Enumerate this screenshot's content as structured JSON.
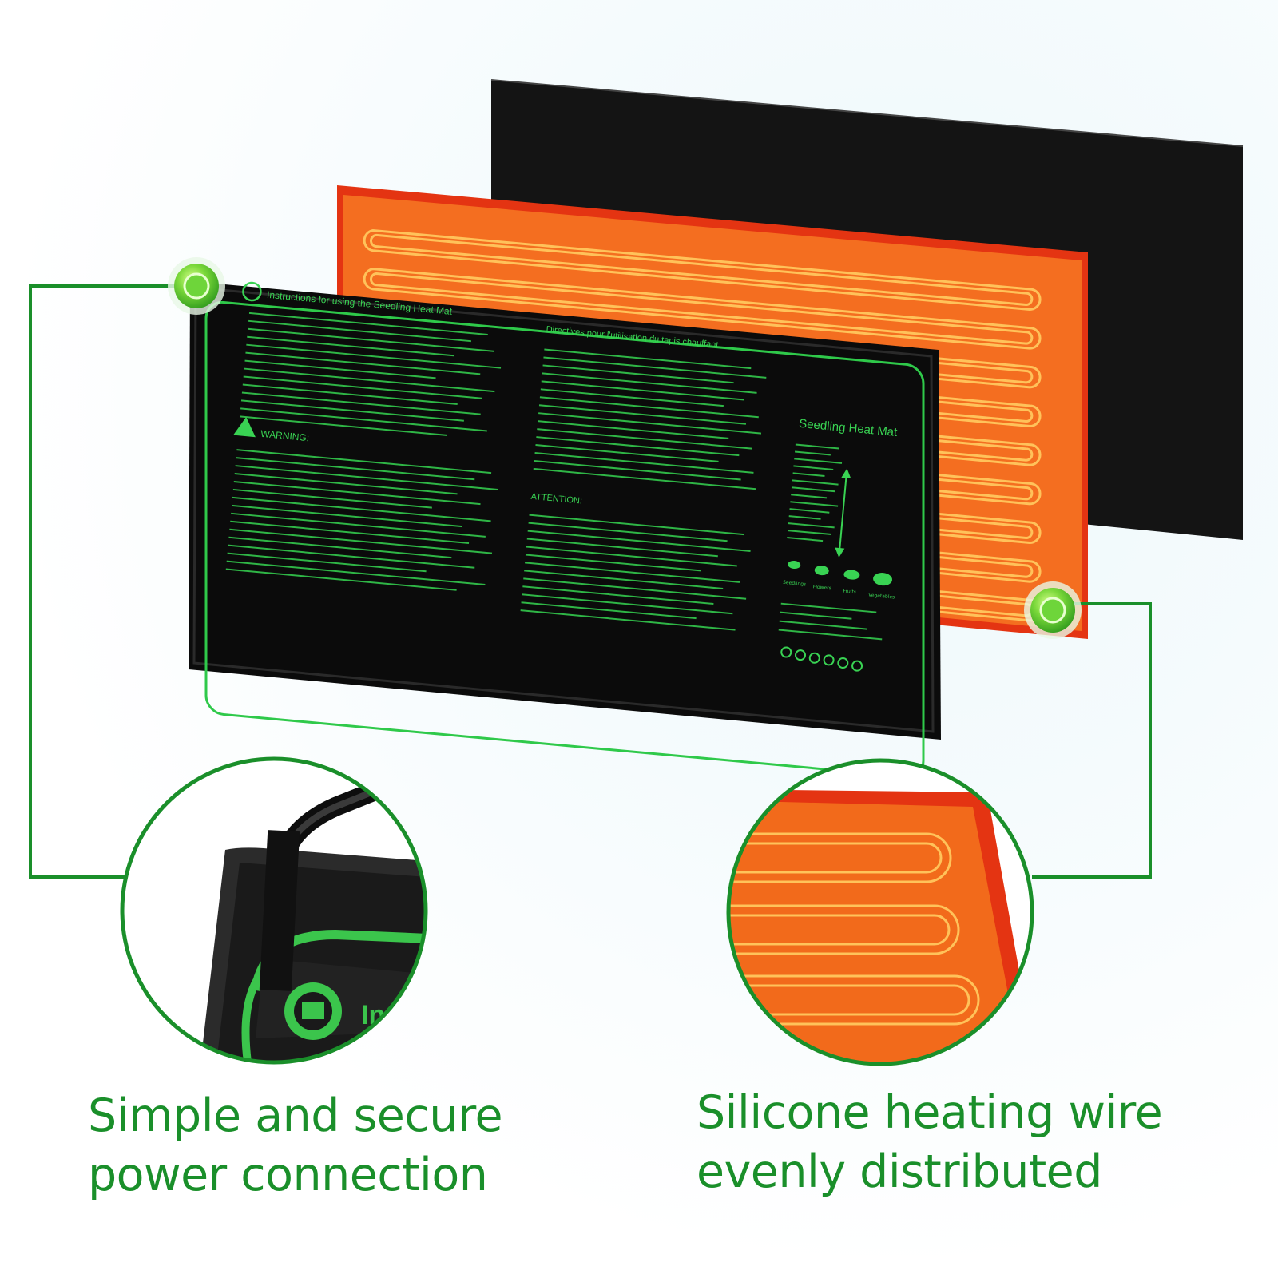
{
  "mat_printing": {
    "instructions_title": "Instructions for using the Seedling Heat Mat",
    "warning_label": "WARNING:",
    "directives_title": "Directives pour l'utilisation du tapis chauffant",
    "attention_label": "ATTENTION:",
    "product_name": "Seedling Heat Mat",
    "crop_labels": [
      "Seedlings",
      "Flowers",
      "Fruits",
      "Vegetables"
    ]
  },
  "captions": {
    "left": [
      "Simple and secure",
      "power connection"
    ],
    "right": [
      "Silicone heating wire",
      "evenly distributed"
    ]
  },
  "colors": {
    "brand_green": "#1a8f2a",
    "mat_black": "#111111",
    "heating_orange": "#f26a1b",
    "wire_yellow": "#ffc25a",
    "print_green": "#39d353"
  }
}
